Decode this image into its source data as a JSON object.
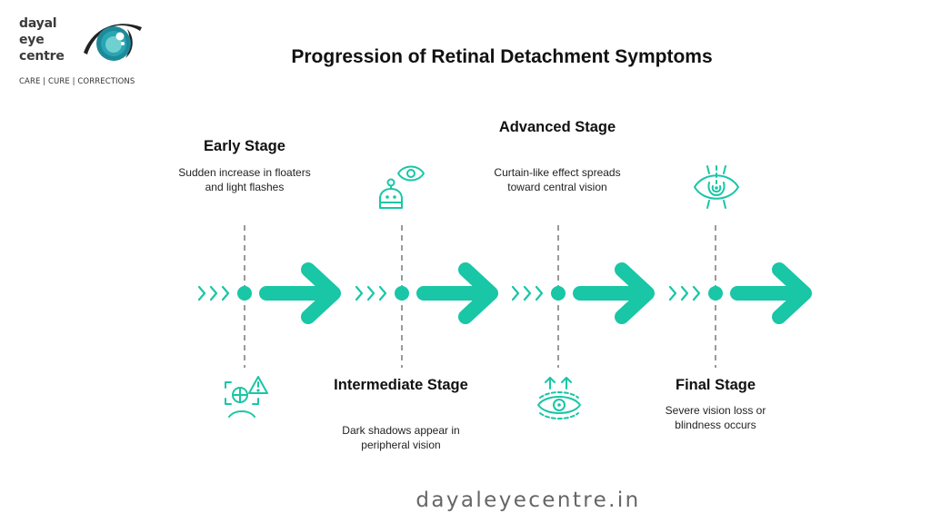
{
  "brand": {
    "name_lines": [
      "dayal",
      "eye",
      "centre"
    ],
    "tagline": "CARE | CURE | CORRECTIONS",
    "logo_icon": "eye-logo-icon",
    "colors": {
      "teal_dark": "#1d8a9a",
      "teal_light": "#5fc9c9",
      "lash": "#222222"
    }
  },
  "title": "Progression of Retinal Detachment Symptoms",
  "accent_color": "#19c6a6",
  "stages": [
    {
      "title": "Early Stage",
      "description": "Sudden increase in floaters and light flashes",
      "icon": "face-scan-warning-icon",
      "text_position": "top"
    },
    {
      "title": "Intermediate Stage",
      "description": "Dark shadows appear in peripheral vision",
      "icon": "robot-eye-icon",
      "text_position": "bottom"
    },
    {
      "title": "Advanced Stage",
      "description": "Curtain-like effect spreads toward central vision",
      "icon": "eye-arrows-up-icon",
      "text_position": "top"
    },
    {
      "title": "Final Stage",
      "description": "Severe vision loss or blindness occurs",
      "icon": "eye-focus-target-icon",
      "text_position": "bottom"
    }
  ],
  "footer": {
    "website": "dayaleyecentre.in"
  }
}
